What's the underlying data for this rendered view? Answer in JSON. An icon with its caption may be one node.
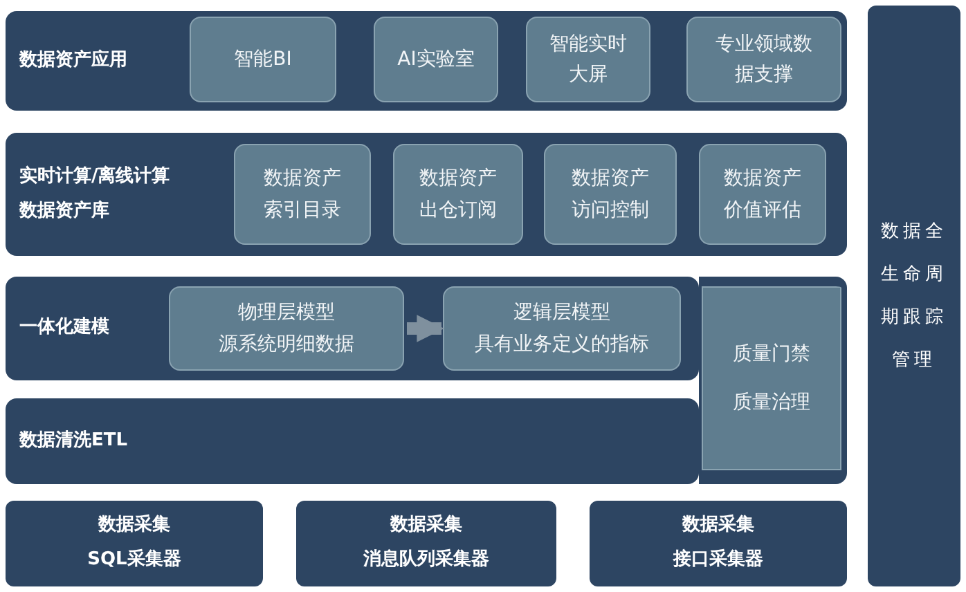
{
  "diagram": {
    "nodes": [
      {
        "text": [
          "数据资产应用"
        ]
      },
      {
        "text": [
          "智能BI"
        ],
        "in": 0
      },
      {
        "text": [
          "AI实验室"
        ],
        "in": 0
      },
      {
        "text": [
          "智能实时大屏"
        ],
        "in": 0
      },
      {
        "text": [
          "专业领域数据支撑"
        ],
        "in": 0
      },
      {
        "text": [
          "实时计算/离线计算",
          "数据资产库"
        ]
      },
      {
        "text": [
          "数据资产索引目录"
        ],
        "in": 5
      },
      {
        "text": [
          "数据资产出仓订阅"
        ],
        "in": 5
      },
      {
        "text": [
          "数据资产访问控制"
        ],
        "in": 5
      },
      {
        "text": [
          "数据资产价值评估"
        ],
        "in": 5
      },
      {
        "text": [
          "一体化建模"
        ]
      },
      {
        "text": [
          "物理层模型",
          "源系统明细数据"
        ],
        "in": 10
      },
      {
        "text": [
          "逻辑层模型",
          "具有业务定义的指标"
        ],
        "in": 10
      },
      {
        "text": [
          "质量门禁",
          "质量治理"
        ]
      },
      {
        "text": [
          "数据清洗ETL"
        ]
      },
      {
        "text": [
          "数据采集",
          "SQL采集器"
        ]
      },
      {
        "text": [
          "数据采集",
          "消息队列采集器"
        ]
      },
      {
        "text": [
          "数据采集",
          "接口采集器"
        ]
      },
      {
        "text": [
          "数据全生命周期跟踪管理"
        ]
      }
    ],
    "edges": [
      {
        "from": 11,
        "to": 12,
        "arrow": "to"
      }
    ]
  }
}
